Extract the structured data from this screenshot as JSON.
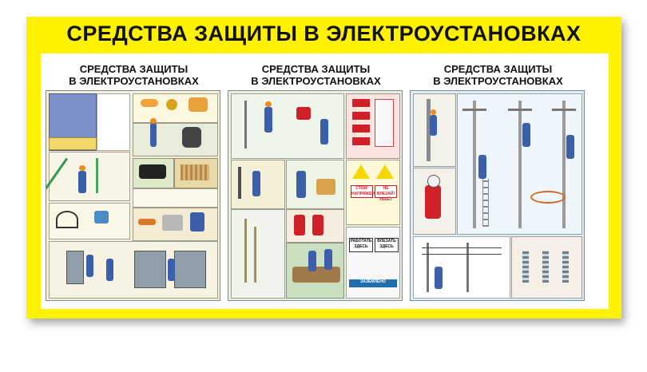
{
  "header": {
    "title": "СРЕДСТВА ЗАЩИТЫ В ЭЛЕКТРОУСТАНОВКАХ"
  },
  "posters": [
    {
      "title": "СРЕДСТВА ЗАЩИТЫ\nВ ЭЛЕКТРОУСТАНОВКАХ"
    },
    {
      "title": "СРЕДСТВА ЗАЩИТЫ\nВ ЭЛЕКТРОУСТАНОВКАХ"
    },
    {
      "title": "СРЕДСТВА ЗАЩИТЫ\nВ ЭЛЕКТРОУСТАНОВКАХ"
    }
  ],
  "signs": {
    "work_here": "РАБОТАТЬ ЗДЕСЬ",
    "climb_here": "ВЛЕЗАТЬ ЗДЕСЬ",
    "grounded": "ЗАЗЕМЛЕНО",
    "stop": "СТОЙ! НАПРЯЖЕНИЕ",
    "do_not_climb": "НЕ ВЛЕЗАЙ! УБЬЁТ"
  },
  "colors": {
    "frame": "#fff200",
    "sheet1_bg": "#f4f1d6",
    "sheet2_bg": "#e7f0dd",
    "sheet3_bg": "#dceef6",
    "worker_suit": "#3b5fa8",
    "worker_helmet": "#f08a1c",
    "warning_red": "#d0212a"
  }
}
